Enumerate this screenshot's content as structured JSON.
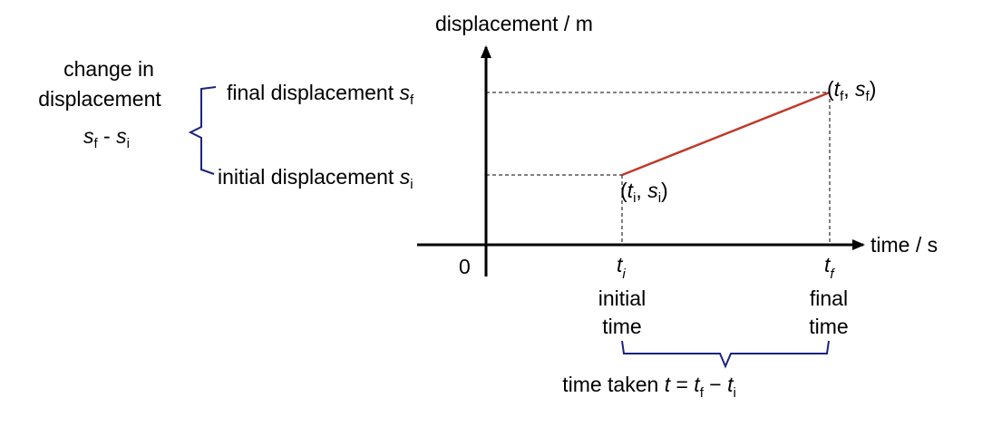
{
  "colors": {
    "axis": "#000000",
    "line": "#c0392b",
    "bracket": "#1a237e",
    "guide": "#000000"
  },
  "axes": {
    "y_label": "displacement / m",
    "x_label": "time / s",
    "origin": "0"
  },
  "points": {
    "initial": {
      "open": "(",
      "t": "t",
      "t_sub": "i",
      "comma": ", ",
      "s": "s",
      "s_sub": "i",
      "close": ")"
    },
    "final": {
      "open": "(",
      "t": "t",
      "t_sub": "f",
      "comma": ", ",
      "s": "s",
      "s_sub": "f",
      "close": ")"
    }
  },
  "y_levels": {
    "final": {
      "text": "final displacement ",
      "sym": "s",
      "sub": "f"
    },
    "initial": {
      "text": "initial displacement ",
      "sym": "s",
      "sub": "i"
    }
  },
  "change": {
    "line1": "change in",
    "line2": "displacement",
    "expr": {
      "s1": "s",
      "sub1": "f",
      "minus": " - ",
      "s2": "s",
      "sub2": "i"
    }
  },
  "x_ticks": {
    "initial": {
      "sym": "t",
      "sub": "i",
      "line1": "initial",
      "line2": "time"
    },
    "final": {
      "sym": "t",
      "sub": "f",
      "line1": "final",
      "line2": "time"
    }
  },
  "time_taken": {
    "text": "time taken ",
    "t": "t",
    "eq": " = ",
    "tf": "t",
    "tf_sub": "f",
    "minus": " − ",
    "ti": "t",
    "ti_sub": "i"
  }
}
